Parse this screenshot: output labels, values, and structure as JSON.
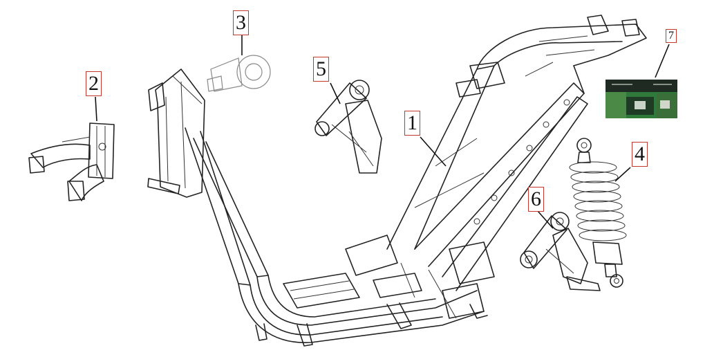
{
  "callouts": [
    {
      "id": "1",
      "label": "1"
    },
    {
      "id": "2",
      "label": "2"
    },
    {
      "id": "3",
      "label": "3"
    },
    {
      "id": "4",
      "label": "4"
    },
    {
      "id": "5",
      "label": "5"
    },
    {
      "id": "6",
      "label": "6"
    },
    {
      "id": "7",
      "label": "7"
    }
  ],
  "colors": {
    "callout_border": "#c0392b",
    "line_art": "#222222",
    "photo_green": "#2f7a3a",
    "photo_dark": "#1f2b22"
  }
}
